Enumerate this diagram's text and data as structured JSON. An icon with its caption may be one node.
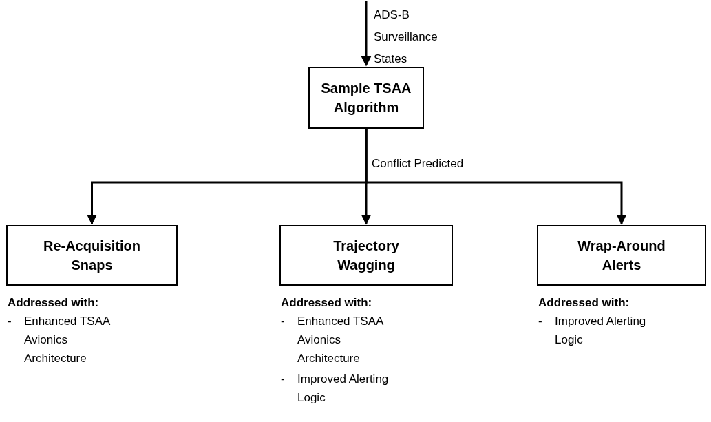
{
  "diagram": {
    "nodes": [
      {
        "text": [
          "Sample TSAA Algorithm"
        ]
      },
      {
        "text": [
          "Re-Acquisition Snaps"
        ],
        "beside": [
          "Addressed with:",
          "-",
          "Enhanced TSAA Avionics Architecture"
        ]
      },
      {
        "text": [
          "Trajectory Wagging"
        ],
        "beside": [
          "Addressed with:",
          "-",
          "Enhanced TSAA Avionics Architecture",
          "-",
          "Improved Alerting Logic"
        ]
      },
      {
        "text": [
          "Wrap-Around Alerts"
        ],
        "beside": [
          "Addressed with:",
          "-",
          "Improved Alerting Logic"
        ]
      }
    ],
    "edges": [
      {
        "from": null,
        "to": 0,
        "arrow": "to",
        "label": "ADS-B Surveillance States"
      },
      {
        "from": 0,
        "to": 1,
        "arrow": "to"
      },
      {
        "from": 0,
        "to": 2,
        "arrow": "to",
        "label": "Conflict Predicted"
      },
      {
        "from": 0,
        "to": 3,
        "arrow": "to"
      }
    ]
  }
}
